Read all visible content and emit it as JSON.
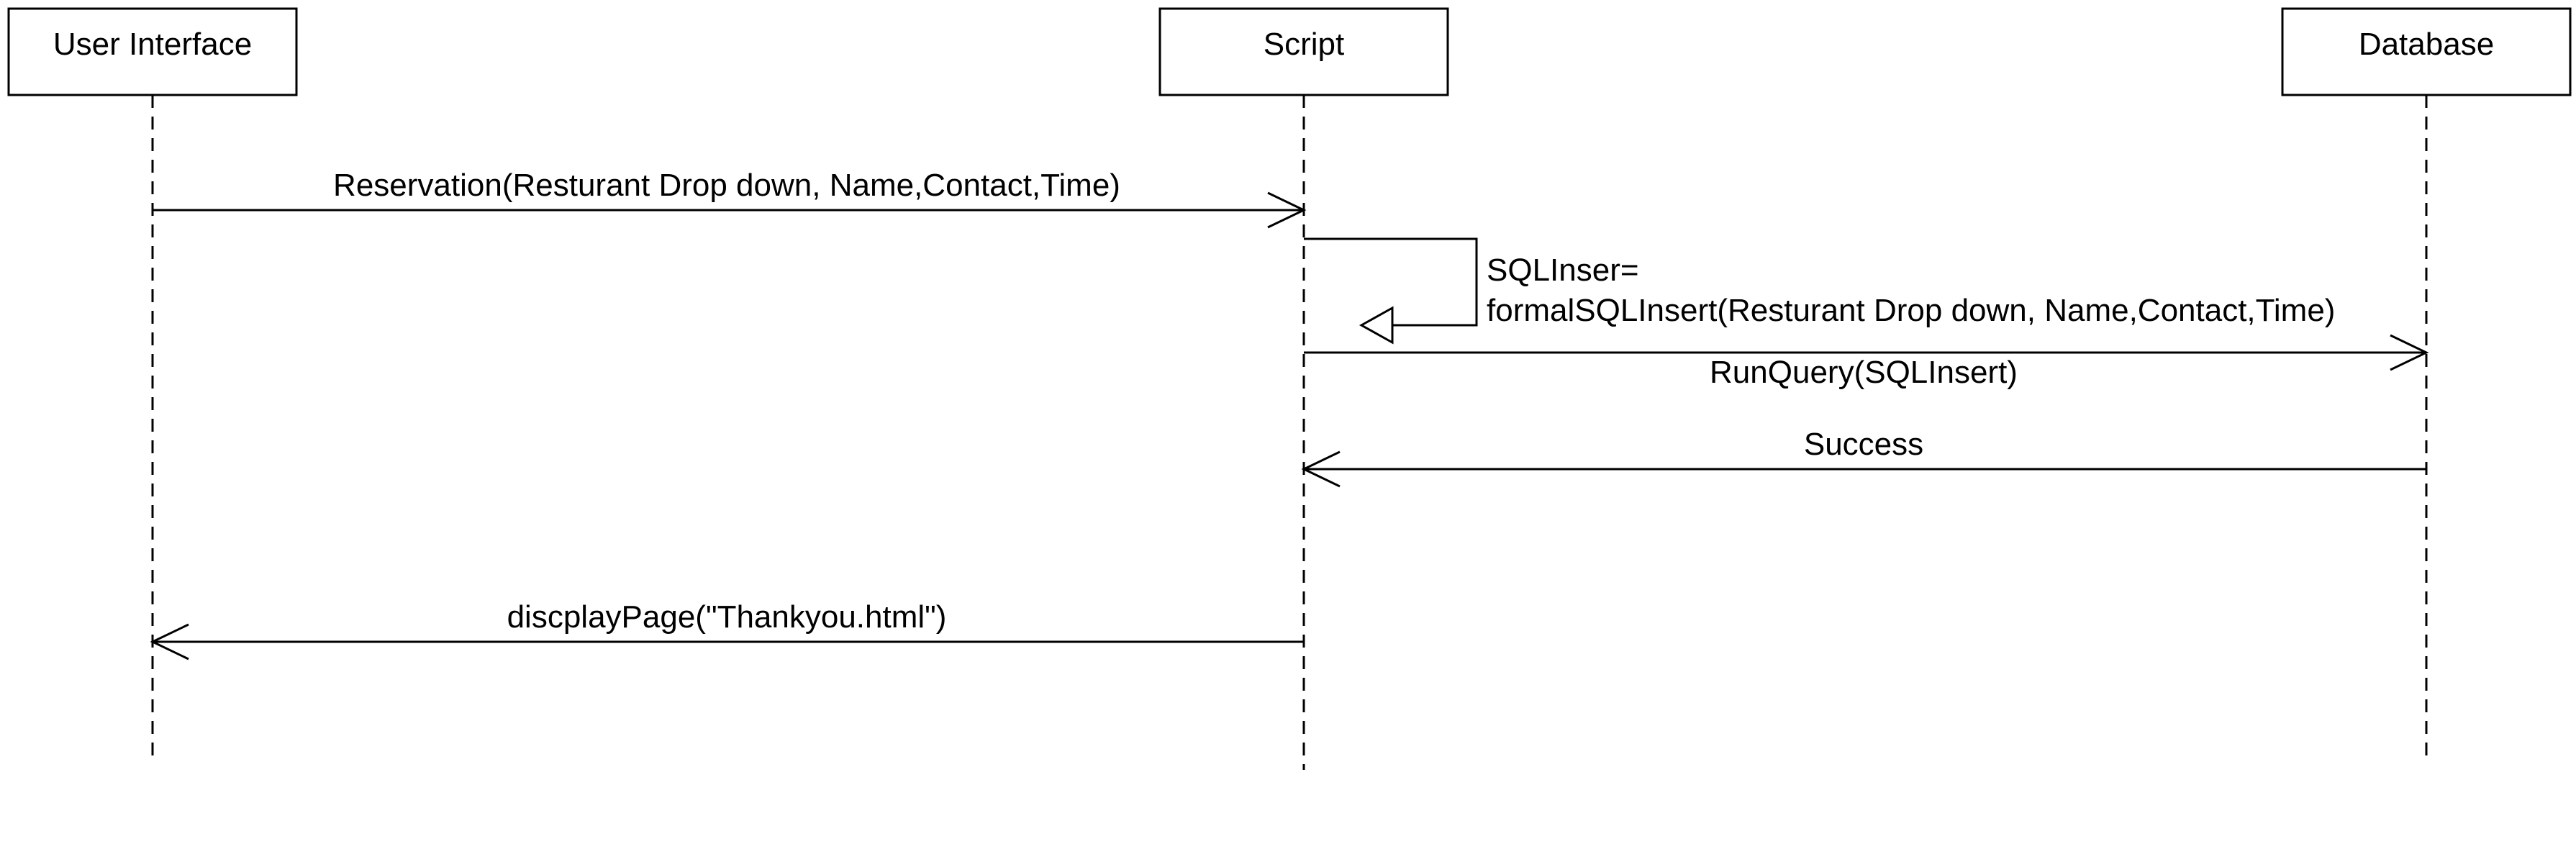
{
  "participants": {
    "ui": "User Interface",
    "script": "Script",
    "db": "Database"
  },
  "messages": {
    "reservation": "Reservation(Resturant Drop down, Name,Contact,Time)",
    "self_call_line1": "SQLInser=",
    "self_call_line2": "formalSQLInsert(Resturant Drop down, Name,Contact,Time)",
    "run_query": "RunQuery(SQLInsert)",
    "success": "Success",
    "display_page": "discplayPage(\"Thankyou.html\")"
  }
}
